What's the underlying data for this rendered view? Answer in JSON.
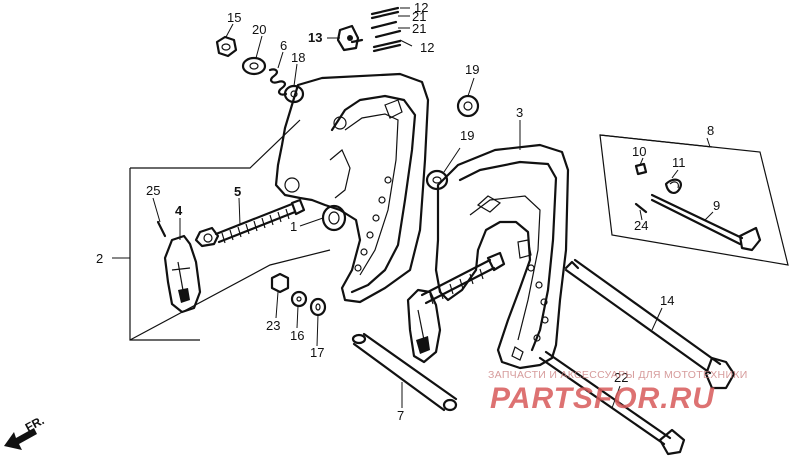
{
  "callouts": {
    "c15": "15",
    "c20": "20",
    "c6": "6",
    "c18": "18",
    "c13": "13",
    "c12a": "12",
    "c21a": "21",
    "c21b": "21",
    "c12b": "12",
    "c19a": "19",
    "c19b": "19",
    "c3": "3",
    "c8": "8",
    "c10": "10",
    "c11": "11",
    "c9": "9",
    "c24": "24",
    "c25": "25",
    "c4": "4",
    "c5": "5",
    "c1": "1",
    "c2": "2",
    "c23": "23",
    "c16": "16",
    "c17": "17",
    "c14": "14",
    "c22": "22",
    "c7": "7"
  },
  "direction_label": "FR.",
  "watermark": {
    "subtitle": "ЗАПЧАСТИ И АКСЕССУАРЫ ДЛЯ МОТОТЕХНИКИ",
    "brand": "PARTSFOR.RU"
  }
}
